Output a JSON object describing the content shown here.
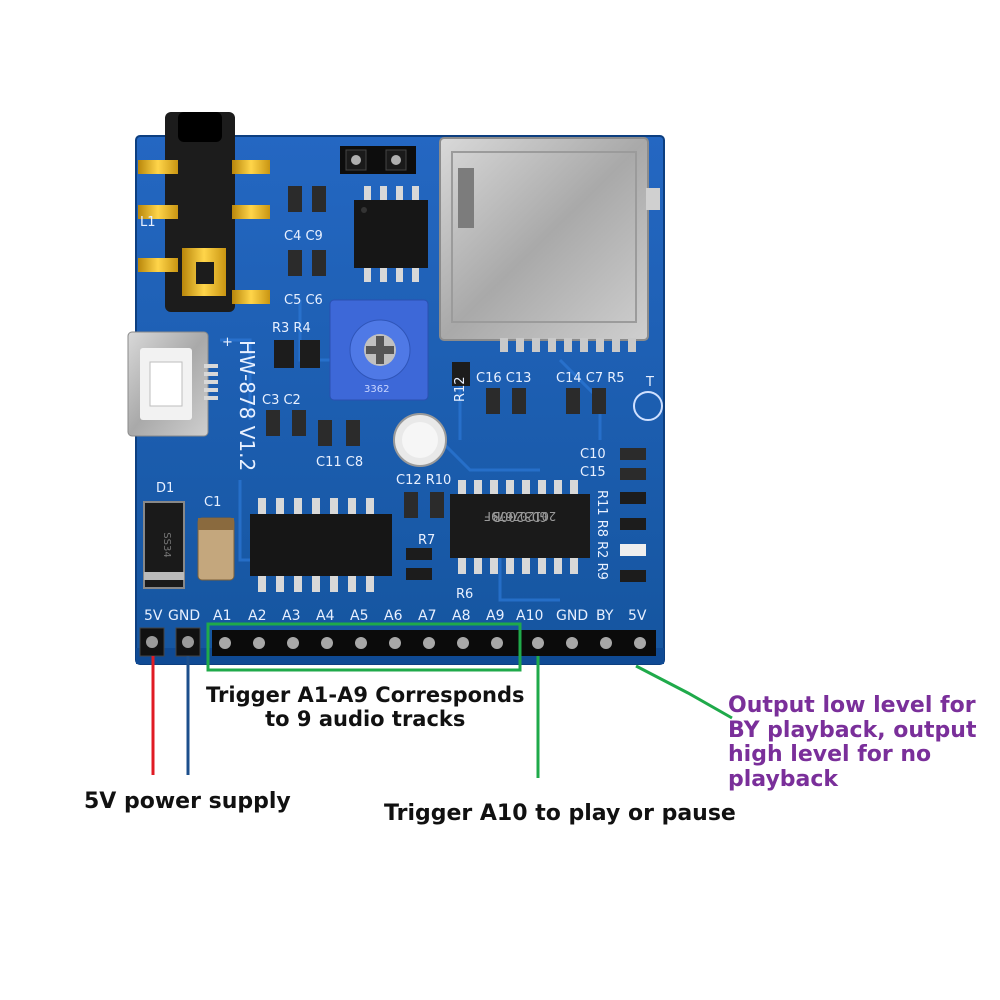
{
  "board": {
    "model_text": "HW-878 V1.2",
    "components": {
      "l1": "L1",
      "d1": "D1",
      "c1": "C1",
      "c4c9": "C4 C9",
      "c5c6": "C5 C6",
      "r3r4": "R3 R4",
      "c3c2": "C3 C2",
      "c11c8": "C11 C8",
      "c12r10": "C12 R10",
      "c16c13": "C16 C13",
      "c14c7r5": "C14 C7 R5",
      "r12": "R12",
      "r6": "R6",
      "r7": "R7",
      "c10": "C10",
      "c15": "C15",
      "r1r8r2r9": "R11 R8 R2 R9",
      "t": "T",
      "plus": "+",
      "chip_main_line1": "GD3200B",
      "chip_main_line2": "201207679F",
      "pot_label": "3362",
      "diode_label": "SS34"
    },
    "pin_labels": [
      "5V",
      "GND",
      "A1",
      "A2",
      "A3",
      "A4",
      "A5",
      "A6",
      "A7",
      "A8",
      "A9",
      "A10",
      "GND",
      "BY",
      "5V"
    ]
  },
  "annotations": {
    "trigger_a1_a9": [
      "Trigger A1-A9 Corresponds",
      "to 9 audio tracks"
    ],
    "power_supply": "5V power supply",
    "trigger_a10": "Trigger A10 to play or pause",
    "by_output": [
      "Output low level for",
      "BY playback, output",
      "high level for no",
      "playback"
    ]
  },
  "colors": {
    "pcb": "#1a5fb4",
    "pcb_dark": "#0f4a94",
    "wire_red": "#e01b24",
    "wire_blue": "#1c4f8c",
    "wire_green": "#1faa4a",
    "purple_text": "#7a2f9a"
  }
}
